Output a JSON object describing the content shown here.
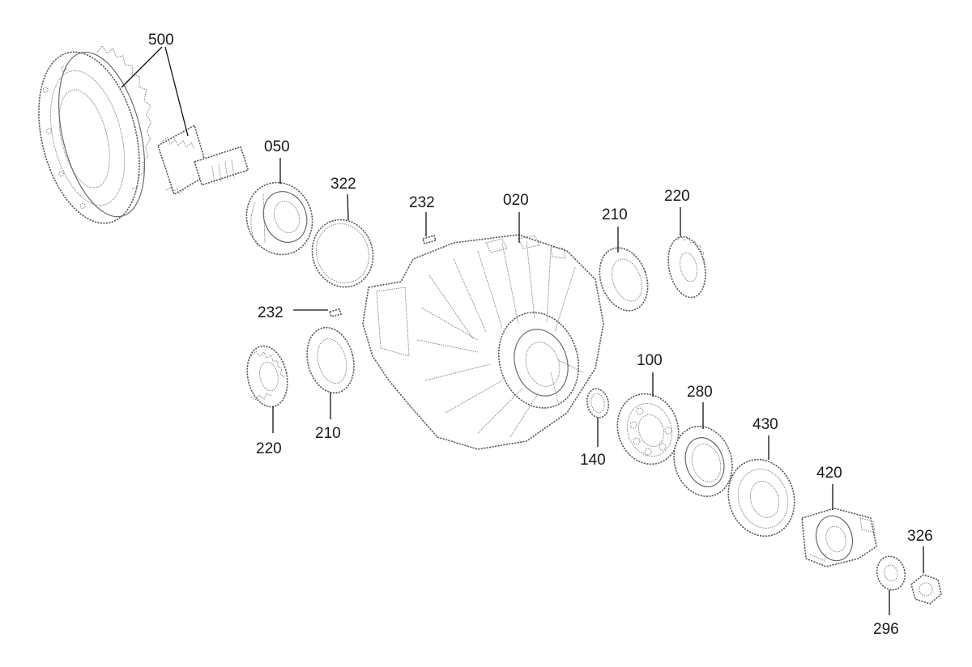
{
  "diagram": {
    "parts": {
      "p500": {
        "label": "500"
      },
      "p050": {
        "label": "050"
      },
      "p322": {
        "label": "322"
      },
      "p232a": {
        "label": "232"
      },
      "p020": {
        "label": "020"
      },
      "p210a": {
        "label": "210"
      },
      "p220a": {
        "label": "220"
      },
      "p232b": {
        "label": "232"
      },
      "p220b": {
        "label": "220"
      },
      "p210b": {
        "label": "210"
      },
      "p100": {
        "label": "100"
      },
      "p140": {
        "label": "140"
      },
      "p280": {
        "label": "280"
      },
      "p430": {
        "label": "430"
      },
      "p420": {
        "label": "420"
      },
      "p326": {
        "label": "326"
      },
      "p296": {
        "label": "296"
      }
    },
    "colors": {
      "line": "#5a5a5a",
      "label": "#1a1a1a",
      "background": "#ffffff"
    }
  }
}
